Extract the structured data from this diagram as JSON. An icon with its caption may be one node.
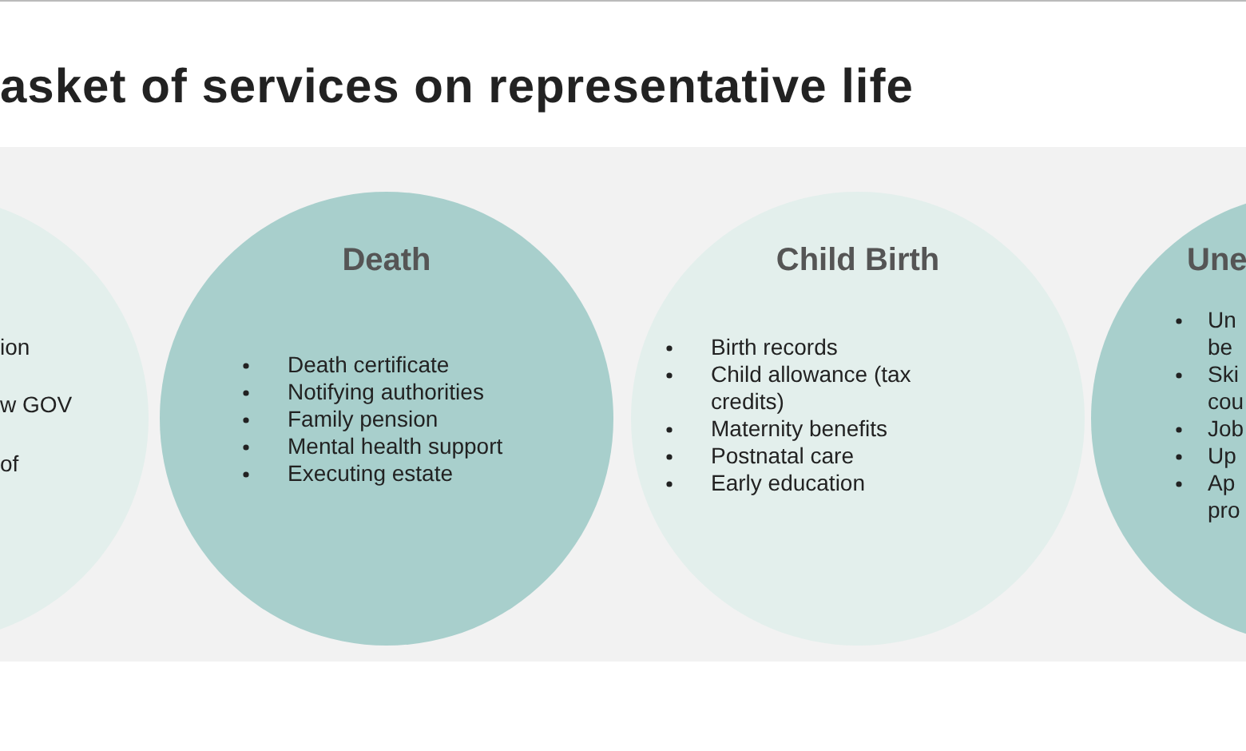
{
  "diagram": {
    "title": "asket of services on representative life",
    "nodes": [
      {
        "text": [
          "ion",
          "w GOV",
          "of"
        ]
      },
      {
        "text": [
          "Death",
          "Death certificate",
          "Notifying authorities",
          "Family pension",
          "Mental health support",
          "Executing estate"
        ]
      },
      {
        "text": [
          "Child Birth",
          "Birth records",
          "Child allowance (tax credits)",
          "Maternity benefits",
          "Postnatal care",
          "Early education"
        ]
      },
      {
        "text": [
          "Une",
          "Un be",
          "Ski cou",
          "Job",
          "Up",
          "Ap pro"
        ]
      }
    ]
  }
}
